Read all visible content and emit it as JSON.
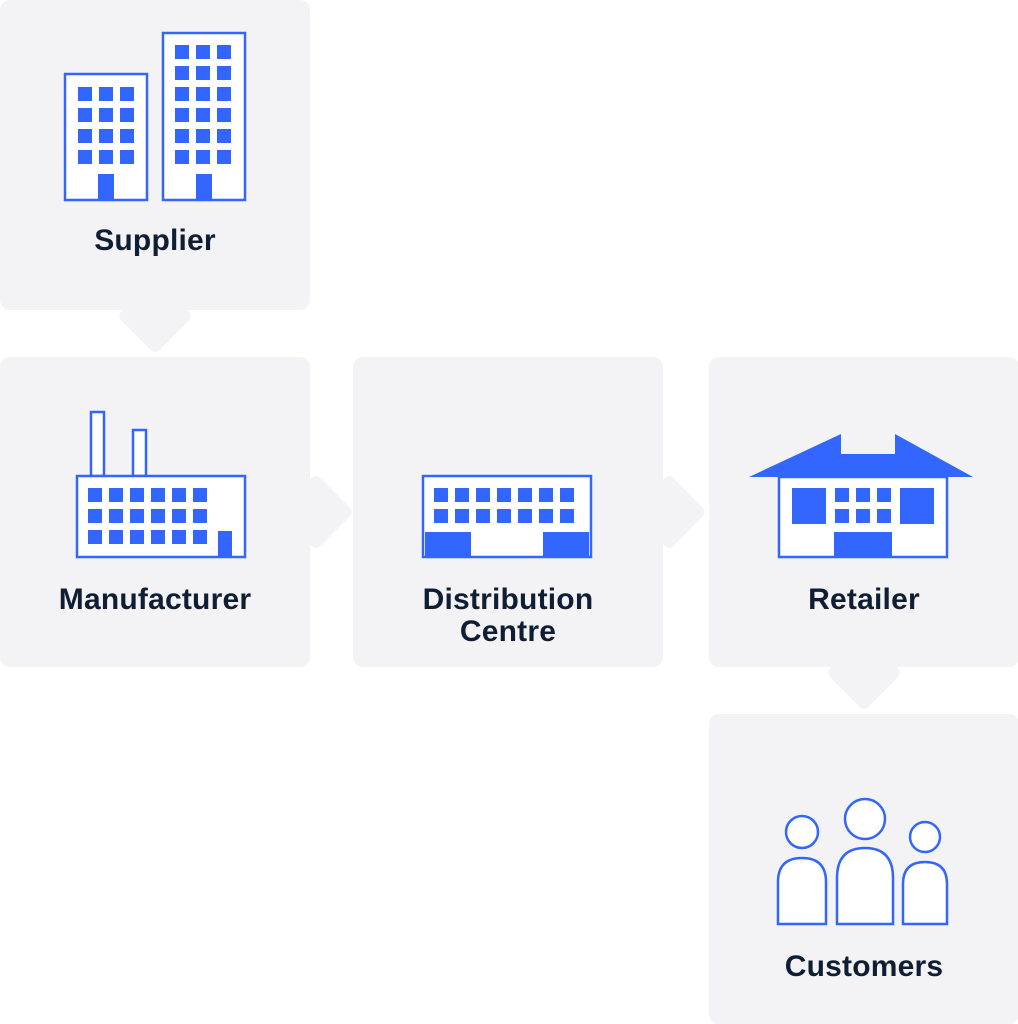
{
  "diagram": {
    "nodes": {
      "supplier": {
        "label": "Supplier",
        "icon": "office-buildings-icon"
      },
      "manufacturer": {
        "label": "Manufacturer",
        "icon": "factory-icon"
      },
      "distribution": {
        "label_line1": "Distribution",
        "label_line2": "Centre",
        "icon": "warehouse-icon"
      },
      "retailer": {
        "label": "Retailer",
        "icon": "store-icon"
      },
      "customers": {
        "label": "Customers",
        "icon": "people-icon"
      }
    },
    "flow": [
      "Supplier",
      "Manufacturer",
      "Distribution Centre",
      "Retailer",
      "Customers"
    ],
    "colors": {
      "accent": "#3366ff",
      "tile": "#f3f3f5",
      "text": "#0f1e33"
    }
  }
}
